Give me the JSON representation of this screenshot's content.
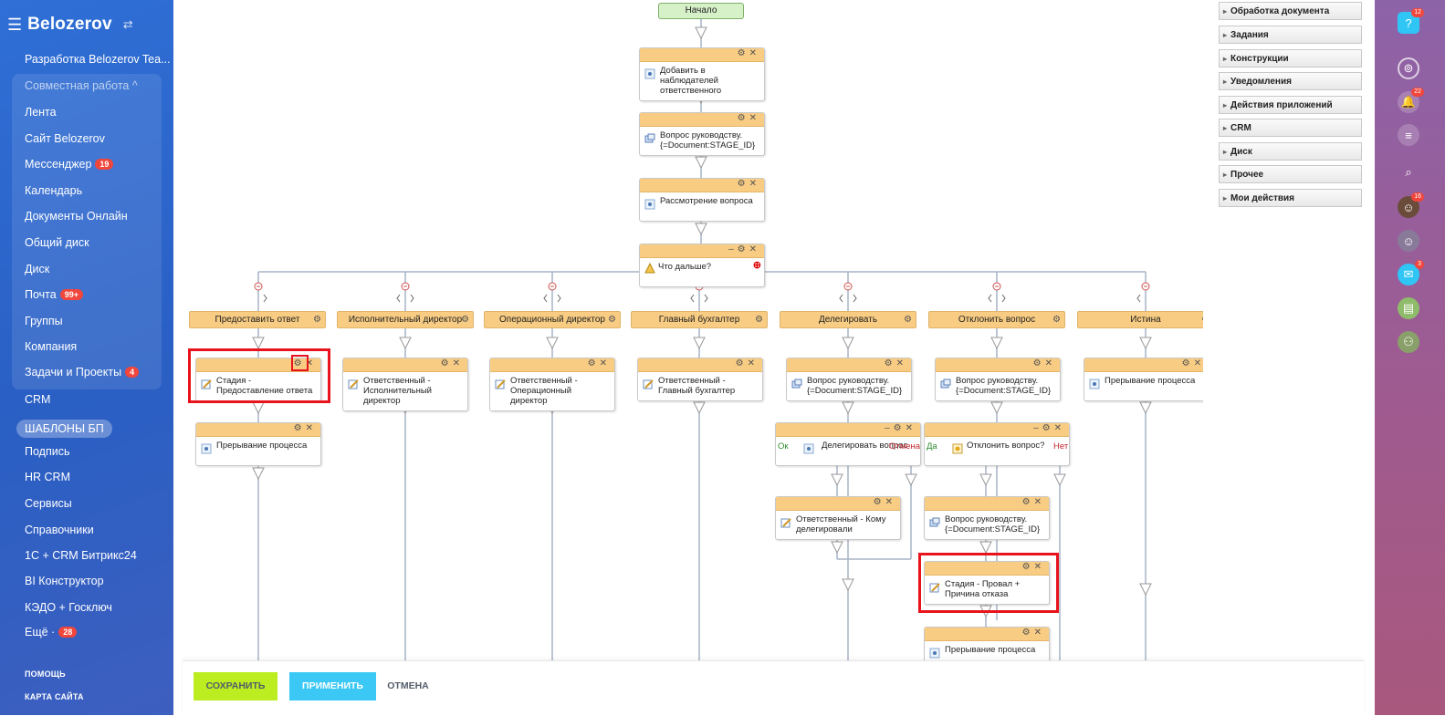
{
  "sidebar": {
    "logo": "Belozerov",
    "items": [
      {
        "label": "Разработка Belozerov Tea..."
      },
      {
        "label": "Совместная работа ^"
      },
      {
        "label": "Лента"
      },
      {
        "label": "Сайт Belozerov"
      },
      {
        "label": "Мессенджер",
        "badge": "19"
      },
      {
        "label": "Календарь"
      },
      {
        "label": "Документы Онлайн"
      },
      {
        "label": "Общий диск"
      },
      {
        "label": "Диск"
      },
      {
        "label": "Почта",
        "badge": "99+"
      },
      {
        "label": "Группы"
      },
      {
        "label": "Компания"
      },
      {
        "label": "Задачи и Проекты",
        "badge": "4"
      },
      {
        "label": "CRM"
      },
      {
        "label": "ШАБЛОНЫ БП"
      },
      {
        "label": "Подпись"
      },
      {
        "label": "HR CRM"
      },
      {
        "label": "Сервисы"
      },
      {
        "label": "Справочники"
      },
      {
        "label": "1С + CRM Битрикс24"
      },
      {
        "label": "BI Конструктор"
      },
      {
        "label": "КЭДО + Госключ"
      },
      {
        "label": "Ещё ·",
        "badge": "28"
      }
    ],
    "help": "ПОМОЩЬ",
    "sitemap": "КАРТА САЙТА"
  },
  "workflow": {
    "start": "Начало",
    "main": [
      "Добавить в наблюдателей ответственного",
      "Вопрос руководству. {=Document:STAGE_ID}",
      "Рассмотрение вопроса"
    ],
    "switch": "Что дальше?",
    "branches": [
      "Предоставить ответ",
      "Исполнительный директор",
      "Операционный директор",
      "Главный бухгалтер",
      "Делегировать",
      "Отклонить вопрос",
      "Истина"
    ],
    "branch_acts": [
      "Стадия - Предоставление ответа",
      "Ответственный - Исполнительный директор",
      "Ответственный - Операционный директор",
      "Ответственный - Главный бухгалтер",
      "Вопрос руководству. {=Document:STAGE_ID}",
      "Вопрос руководству. {=Document:STAGE_ID}",
      "Прерывание процесса"
    ],
    "b1_stop": "Прерывание процесса",
    "deleg": {
      "cond": "Делегировать вопрос",
      "ok": "Ок",
      "cancel": "Отмена",
      "act": "Ответственный - Кому делегировали"
    },
    "reject": {
      "cond": "Отклонить вопрос?",
      "yes": "Да",
      "no": "Нет",
      "act1": "Вопрос руководству. {=Document:STAGE_ID}",
      "act2": "Стадия - Провал + Причина отказа",
      "act3": "Прерывание процесса"
    }
  },
  "toolbox": [
    "Обработка документа",
    "Задания",
    "Конструкции",
    "Уведомления",
    "Действия приложений",
    "CRM",
    "Диск",
    "Прочее",
    "Мои действия"
  ],
  "rightbar": {
    "help_badge": "12",
    "bell_badge": "22",
    "avatar1_badge": "16",
    "chat_badge": "3"
  },
  "footer": {
    "save": "СОХРАНИТЬ",
    "apply": "ПРИМЕНИТЬ",
    "cancel": "ОТМЕНА"
  },
  "colors": {
    "save": "#bbed21",
    "apply": "#3bc8f5",
    "activity_header": "#f8cc83"
  }
}
